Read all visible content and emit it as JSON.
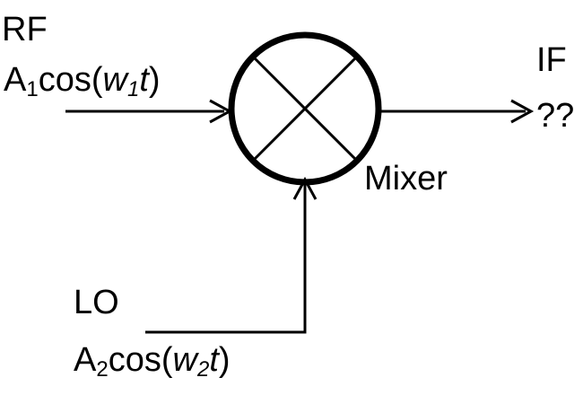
{
  "rf": {
    "name": "RF",
    "signal": {
      "amp_symbol": "A",
      "amp_sub": "1",
      "func": "cos(",
      "omega": "w",
      "omega_sub": "1",
      "time": "t",
      "close": ")"
    }
  },
  "lo": {
    "name": "LO",
    "signal": {
      "amp_symbol": "A",
      "amp_sub": "2",
      "func": "cos(",
      "omega": "w",
      "omega_sub": "2",
      "time": "t",
      "close": ")"
    }
  },
  "mixer": {
    "label": "Mixer"
  },
  "if_output": {
    "name": "IF",
    "value": "??"
  },
  "colors": {
    "stroke": "#000000",
    "background": "#ffffff"
  }
}
